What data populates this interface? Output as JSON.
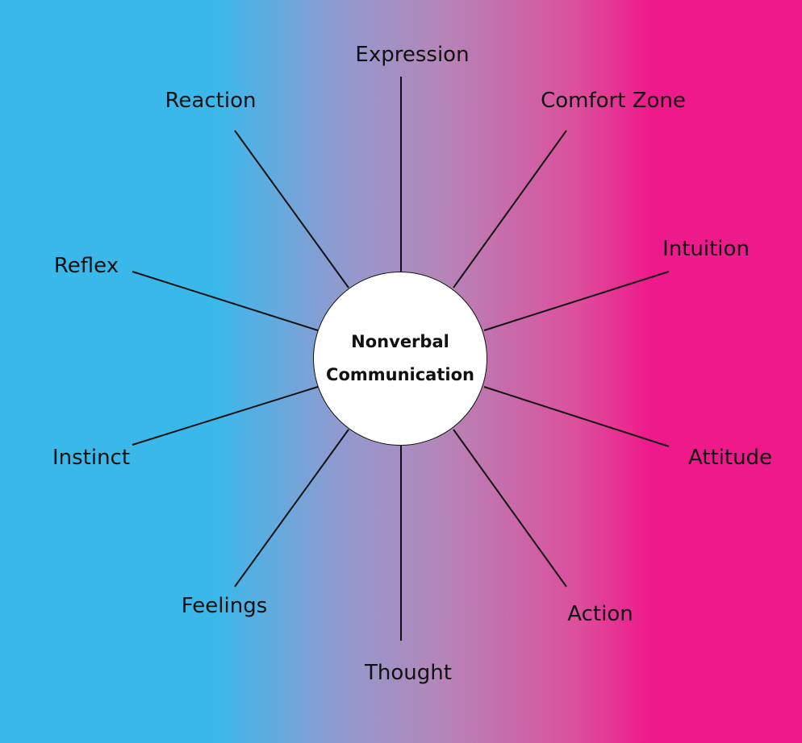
{
  "center": {
    "line1": "Nonverbal",
    "line2": "Communication"
  },
  "nodes": [
    "Expression",
    "Comfort Zone",
    "Intuition",
    "Attitude",
    "Action",
    "Thought",
    "Feelings",
    "Instinct",
    "Reflex",
    "Reaction"
  ],
  "colors": {
    "gradient_left": "#3bb8ea",
    "gradient_right": "#ee1a8b",
    "line": "#111111",
    "hub_fill": "#ffffff"
  }
}
